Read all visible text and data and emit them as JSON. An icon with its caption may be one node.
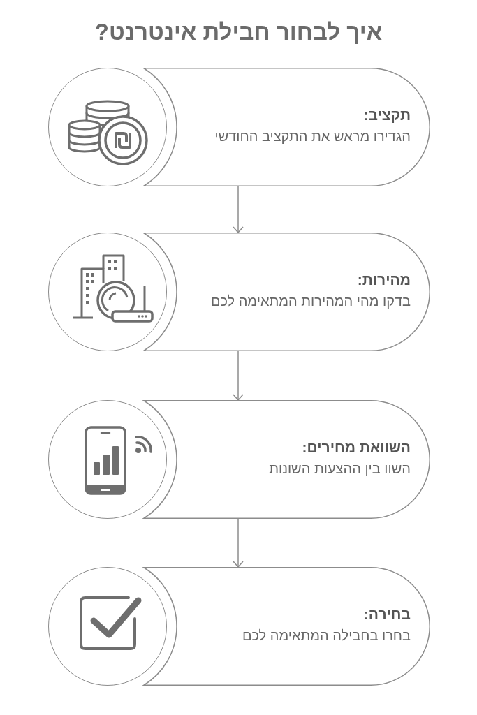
{
  "diagram": {
    "title": "איך לבחור חבילת אינטרנט?",
    "nodes": [
      {
        "text": [
          "תקציב:",
          "הגדירו מראש את התקציב החודשי"
        ]
      },
      {
        "text": [
          "מהירות:",
          "בדקו מהי המהירות המתאימה לכם"
        ]
      },
      {
        "text": [
          "השוואת מחירים:",
          "השוו בין ההצעות השונות"
        ]
      },
      {
        "text": [
          "בחירה:",
          "בחרו בחבילה המתאימה לכם"
        ]
      }
    ],
    "edges": [
      {
        "from": 0,
        "to": 1,
        "arrow": "to"
      },
      {
        "from": 1,
        "to": 2,
        "arrow": "to"
      },
      {
        "from": 2,
        "to": 3,
        "arrow": "to"
      }
    ]
  }
}
